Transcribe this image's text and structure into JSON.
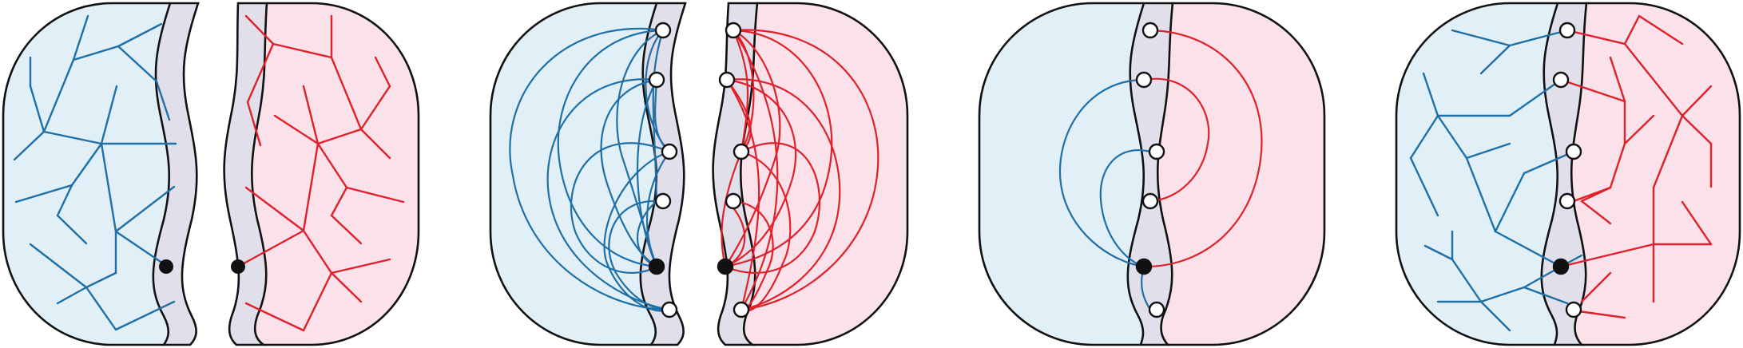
{
  "figure": {
    "panels": [
      {
        "id": "panel-a",
        "description_free": true
      },
      {
        "id": "panel-b",
        "description_free": true
      },
      {
        "id": "panel-c",
        "description_free": true
      },
      {
        "id": "panel-d",
        "description_free": true
      }
    ]
  },
  "colors": {
    "left_fill": "#e0f0f6",
    "right_fill": "#fbe2ea",
    "strip_fill": "#e1e0ea",
    "outline": "#111111",
    "blue": "#1f6fa8",
    "red": "#e0202a",
    "node_fill": "#ffffff",
    "root_fill": "#111111"
  }
}
